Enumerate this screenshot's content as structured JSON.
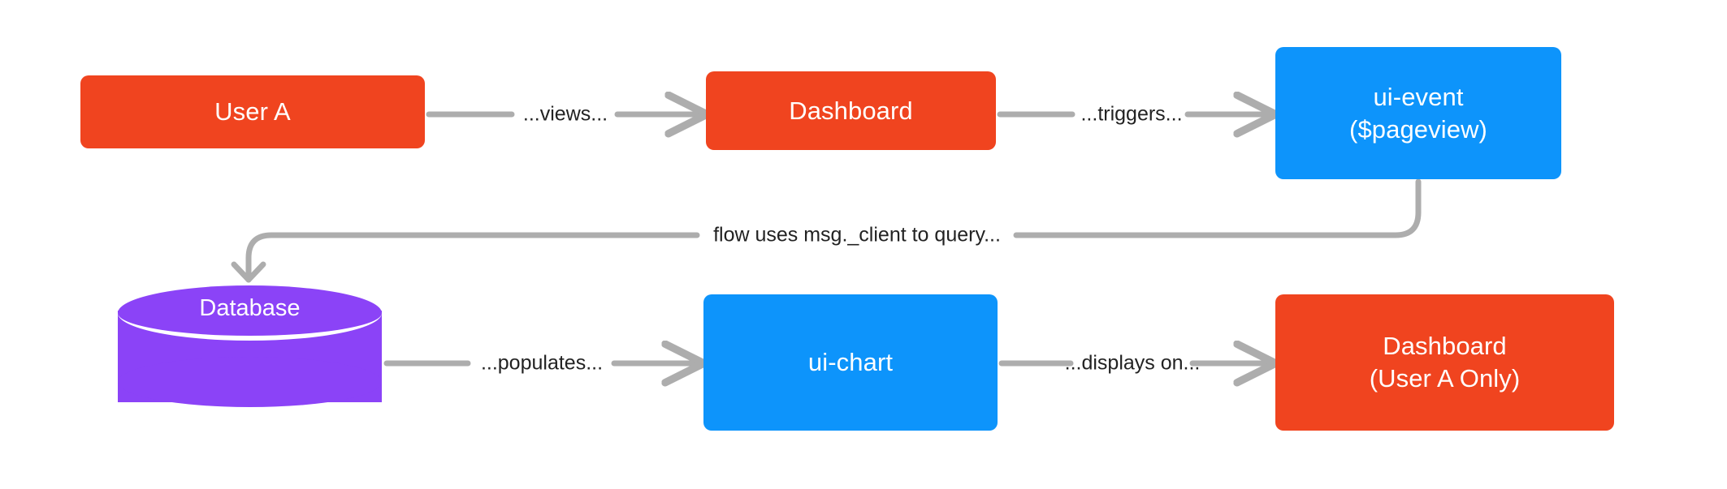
{
  "diagram": {
    "type": "flowchart",
    "background": "#ffffff",
    "palette": {
      "orange": "#f0441f",
      "blue": "#0d94fb",
      "purple": "#8b43f7",
      "edge_gray": "#adadad",
      "label_text": "#222222",
      "node_text": "#ffffff"
    },
    "nodes": [
      {
        "id": "user-a",
        "shape": "rounded-rect",
        "color": "#f0441f",
        "lines": [
          "User A"
        ],
        "line1": "User A",
        "line2": ""
      },
      {
        "id": "dashboard-top",
        "shape": "rounded-rect",
        "color": "#f0441f",
        "lines": [
          "Dashboard"
        ],
        "line1": "Dashboard",
        "line2": ""
      },
      {
        "id": "ui-event",
        "shape": "rounded-rect",
        "color": "#0d94fb",
        "lines": [
          "ui-event",
          "($pageview)"
        ],
        "line1": "ui-event",
        "line2": "($pageview)"
      },
      {
        "id": "database",
        "shape": "cylinder",
        "color": "#8b43f7",
        "lines": [
          "Database"
        ],
        "line1": "Database",
        "line2": ""
      },
      {
        "id": "ui-chart",
        "shape": "rounded-rect",
        "color": "#0d94fb",
        "lines": [
          "ui-chart"
        ],
        "line1": "ui-chart",
        "line2": ""
      },
      {
        "id": "dashboard-bottom",
        "shape": "rounded-rect",
        "color": "#f0441f",
        "lines": [
          "Dashboard",
          "(User A Only)"
        ],
        "line1": "Dashboard",
        "line2": "(User A Only)"
      }
    ],
    "edges": [
      {
        "id": "views",
        "from": "user-a",
        "to": "dashboard-top",
        "label": "...views...",
        "style": "straight-arrow"
      },
      {
        "id": "triggers",
        "from": "dashboard-top",
        "to": "ui-event",
        "label": "...triggers...",
        "style": "straight-arrow"
      },
      {
        "id": "query",
        "from": "ui-event",
        "to": "database",
        "label": "flow uses msg._client to query...",
        "style": "curved-arrow"
      },
      {
        "id": "populates",
        "from": "database",
        "to": "ui-chart",
        "label": "...populates...",
        "style": "straight-arrow"
      },
      {
        "id": "displays-on",
        "from": "ui-chart",
        "to": "dashboard-bottom",
        "label": "...displays on...",
        "style": "straight-arrow"
      }
    ]
  }
}
